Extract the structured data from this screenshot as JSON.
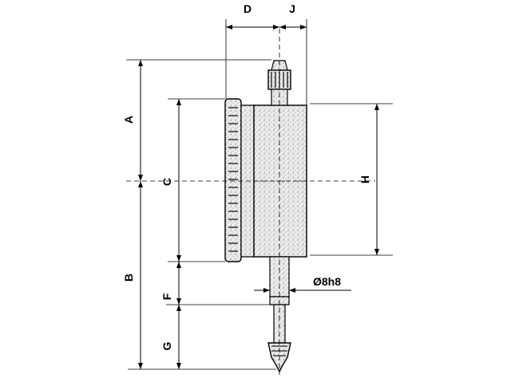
{
  "diagram": {
    "labels": {
      "d": "D",
      "j": "J",
      "a": "A",
      "b": "B",
      "c": "C",
      "f": "F",
      "g": "G",
      "h": "H",
      "stem_diameter": "Ø8h8"
    }
  }
}
